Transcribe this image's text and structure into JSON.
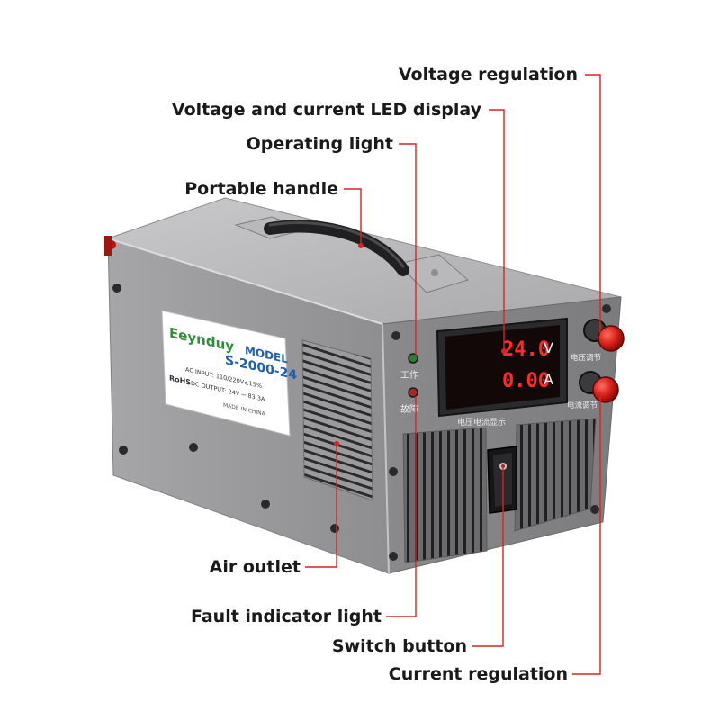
{
  "callouts": {
    "voltage_regulation": "Voltage regulation",
    "led_display": "Voltage and current LED display",
    "operating_light": "Operating light",
    "portable_handle": "Portable handle",
    "air_outlet": "Air outlet",
    "fault_indicator_light": "Fault indicator light",
    "switch_button": "Switch button",
    "current_regulation": "Current regulation"
  },
  "label_plate": {
    "brand": "Eeynduy",
    "model_heading": "MODEL",
    "model": "S-2000-24",
    "ac_input": "AC INPUT: 110/220V±15%",
    "rohs": "RoHS",
    "dc_output": "DC OUTPUT: 24V ⎓ 83.3A",
    "made_in": "MADE IN CHINA"
  },
  "front_panel": {
    "voltage_reading": "24.0",
    "voltage_unit": "V",
    "current_reading": "0.00",
    "current_unit": "A",
    "work_label": "工作",
    "fault_label": "故障",
    "display_caption": "电压电流显示",
    "voltage_knob_label": "电压调节",
    "current_knob_label": "电流调节"
  },
  "colors": {
    "leader_line": "#d9231d",
    "led_digits": "#ff2a2a",
    "casing": "#9a9a9c"
  }
}
